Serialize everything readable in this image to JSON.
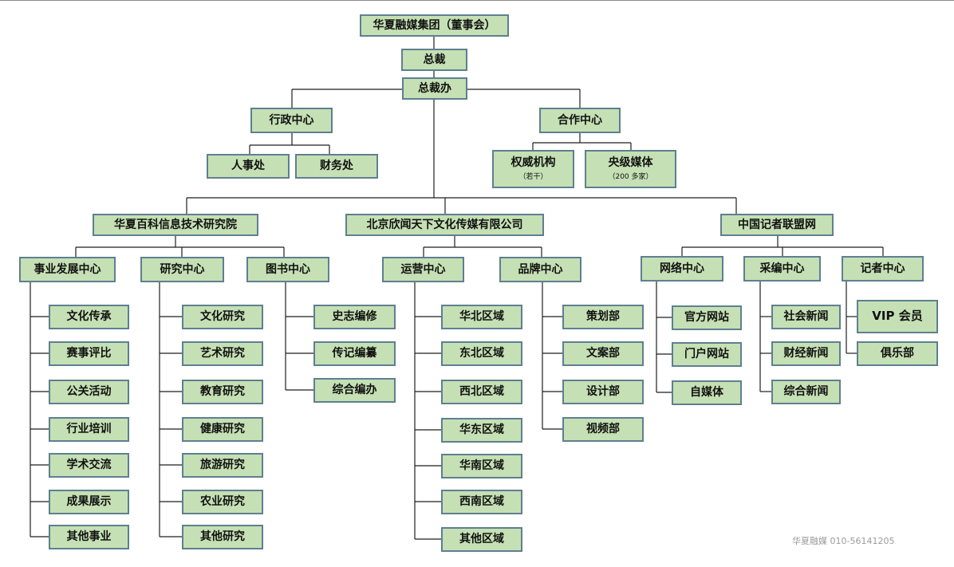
{
  "org": {
    "board": "华夏融媒集团（董事会）",
    "president": "总裁",
    "president_office": "总裁办",
    "admin_center": "行政中心",
    "cooperation_center": "合作中心",
    "hr_dept": "人事处",
    "finance_dept": "财务处",
    "authority_org": {
      "label": "权威机构",
      "note": "（若干）"
    },
    "central_media": {
      "label": "央级媒体",
      "note": "（200 多家）"
    },
    "institute": {
      "name": "华夏百科信息技术研究院",
      "divisions": [
        {
          "name": "事业发展中心",
          "items": [
            "文化传承",
            "赛事评比",
            "公关活动",
            "行业培训",
            "学术交流",
            "成果展示",
            "其他事业"
          ]
        },
        {
          "name": "研究中心",
          "items": [
            "文化研究",
            "艺术研究",
            "教育研究",
            "健康研究",
            "旅游研究",
            "农业研究",
            "其他研究"
          ]
        },
        {
          "name": "图书中心",
          "items": [
            "史志编修",
            "传记编纂",
            "综合编办"
          ]
        }
      ]
    },
    "company": {
      "name": "北京欣闻天下文化传媒有限公司",
      "divisions": [
        {
          "name": "运营中心",
          "items": [
            "华北区域",
            "东北区域",
            "西北区域",
            "华东区域",
            "华南区域",
            "西南区域",
            "其他区域"
          ]
        },
        {
          "name": "品牌中心",
          "items": [
            "策划部",
            "文案部",
            "设计部",
            "视频部"
          ]
        }
      ]
    },
    "network": {
      "name": "中国记者联盟网",
      "divisions": [
        {
          "name": "网络中心",
          "items": [
            "官方网站",
            "门户网站",
            "自媒体"
          ]
        },
        {
          "name": "采编中心",
          "items": [
            "社会新闻",
            "财经新闻",
            "综合新闻"
          ]
        },
        {
          "name": "记者中心",
          "items": [
            "VIP 会员",
            "俱乐部"
          ]
        }
      ]
    }
  },
  "watermark": "华夏融媒 010-56141205"
}
